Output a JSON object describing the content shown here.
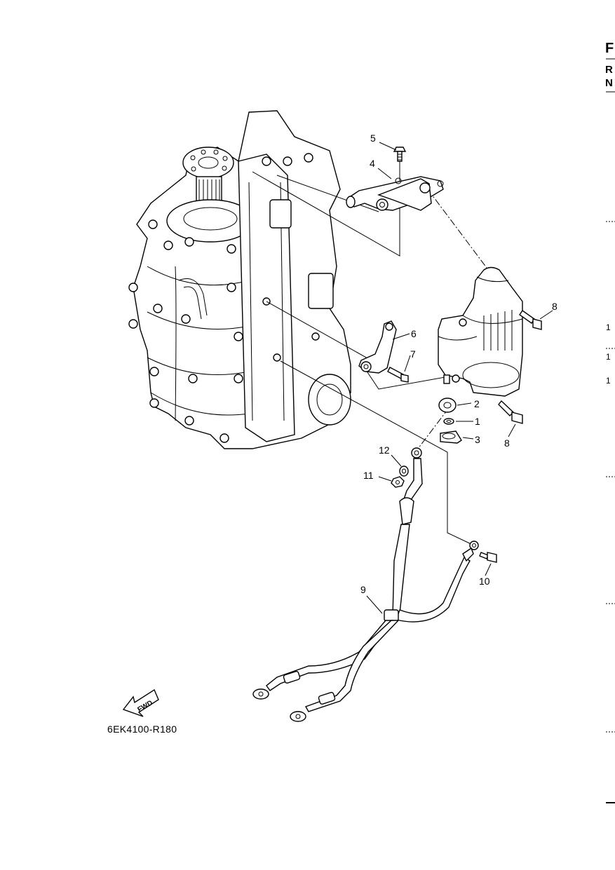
{
  "header": {
    "letter_f": "F",
    "letter_r": "R",
    "letter_n": "N"
  },
  "diagram_code": "6EK4100-R180",
  "fwd_label": "FWD",
  "callouts": [
    "1",
    "2",
    "3",
    "4",
    "5",
    "6",
    "7",
    "8",
    "8",
    "9",
    "10",
    "11",
    "12"
  ],
  "edge_marks": [
    "1",
    "1",
    "1"
  ]
}
